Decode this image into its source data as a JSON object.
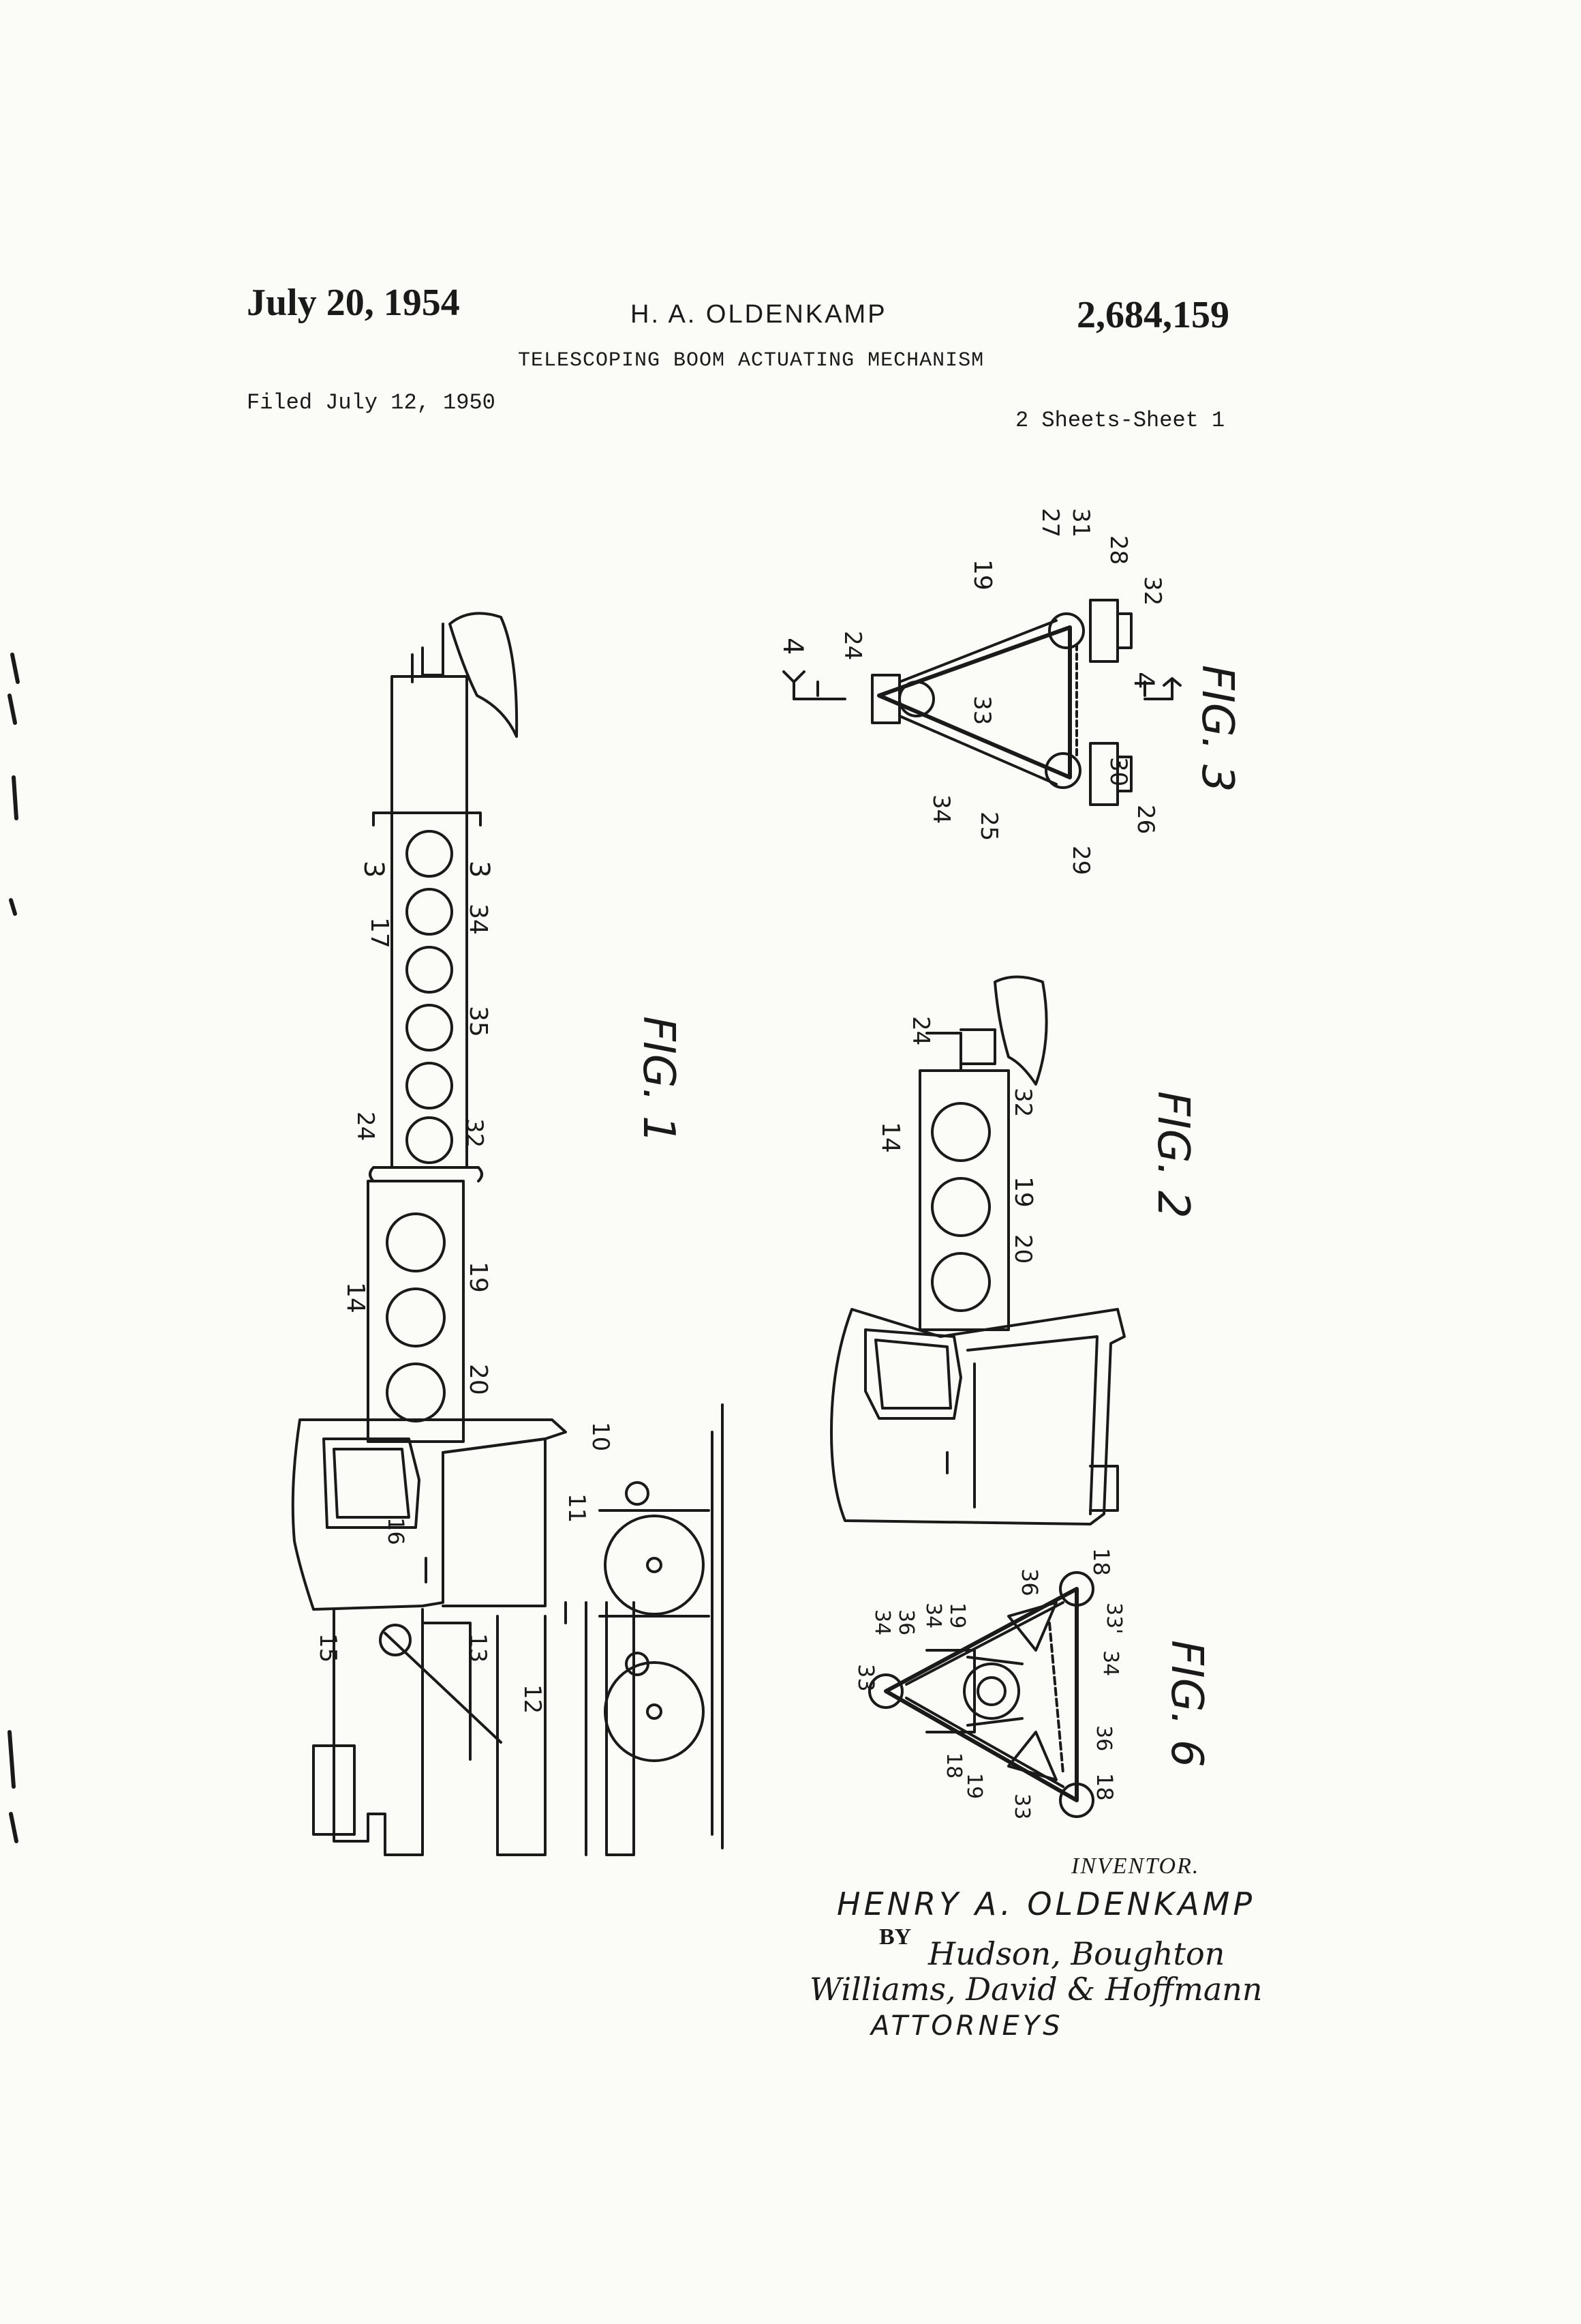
{
  "header": {
    "date": "July 20, 1954",
    "inventor": "H. A. OLDENKAMP",
    "patent_number": "2,684,159",
    "title": "TELESCOPING BOOM ACTUATING MECHANISM",
    "filed": "Filed July 12, 1950",
    "sheets": "2 Sheets-Sheet 1"
  },
  "figures": {
    "fig1": {
      "label": "FIG. 1",
      "refs": [
        "3",
        "3",
        "17",
        "34",
        "35",
        "24",
        "32",
        "14",
        "19",
        "20",
        "16",
        "10",
        "11",
        "13",
        "15",
        "12"
      ]
    },
    "fig2": {
      "label": "FIG. 2",
      "refs": [
        "24",
        "32",
        "14",
        "19",
        "20"
      ]
    },
    "fig3": {
      "label": "FIG. 3",
      "refs": [
        "27",
        "31",
        "28",
        "32",
        "19",
        "4",
        "4",
        "24",
        "33",
        "34",
        "25",
        "30",
        "26",
        "29"
      ]
    },
    "fig6": {
      "label": "FIG. 6",
      "refs": [
        "36",
        "18",
        "33'",
        "34",
        "36",
        "18",
        "36",
        "34",
        "19",
        "33",
        "18",
        "19",
        "34",
        "33"
      ]
    }
  },
  "signature": {
    "label": "INVENTOR.",
    "inventor_name": "HENRY A. OLDENKAMP",
    "by": "BY",
    "firm_line1": "Hudson, Boughton",
    "firm_line2": "Williams, David & Hoffmann",
    "attorneys": "ATTORNEYS"
  }
}
